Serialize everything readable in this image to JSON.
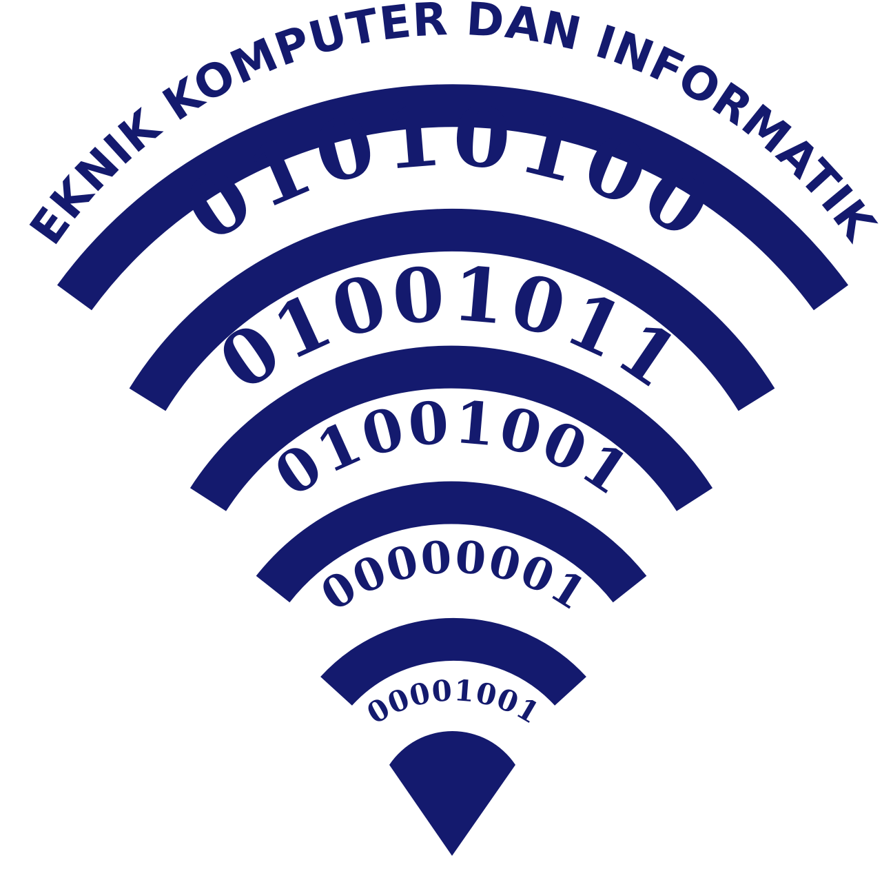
{
  "logo": {
    "title": "TEKNIK KOMPUTER DAN INFORMATIKA",
    "color": "#141a6e",
    "background": "#ffffff",
    "binary_rows": [
      "01010100",
      "01001011",
      "01001001",
      "00000001",
      "00001001"
    ]
  }
}
